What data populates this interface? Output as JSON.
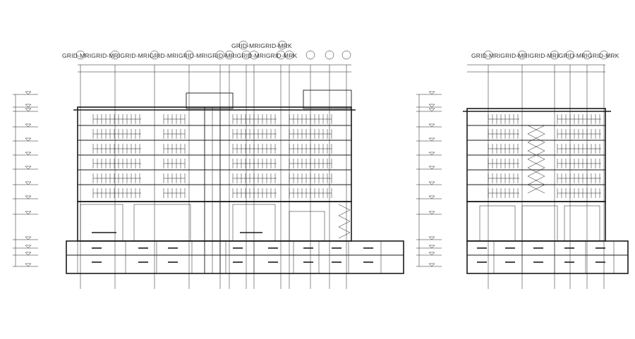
{
  "colors": {
    "line": "#1a1a1a",
    "background": "#ffffff",
    "label": "#333333"
  },
  "section_left": {
    "grid_header_top": "GRID-MRIGRID-MRK",
    "grid_header_bottom": "GRID-MRIGRID-MRIGRID-MRIGRID-MRIGRID-MRIGRID-MRIGRID-MRIGRID-MRK"
  },
  "section_right": {
    "grid_header": "GRID-MRIGRID-MRIGRID-MRIGRID-MRIGRID-MRK"
  }
}
